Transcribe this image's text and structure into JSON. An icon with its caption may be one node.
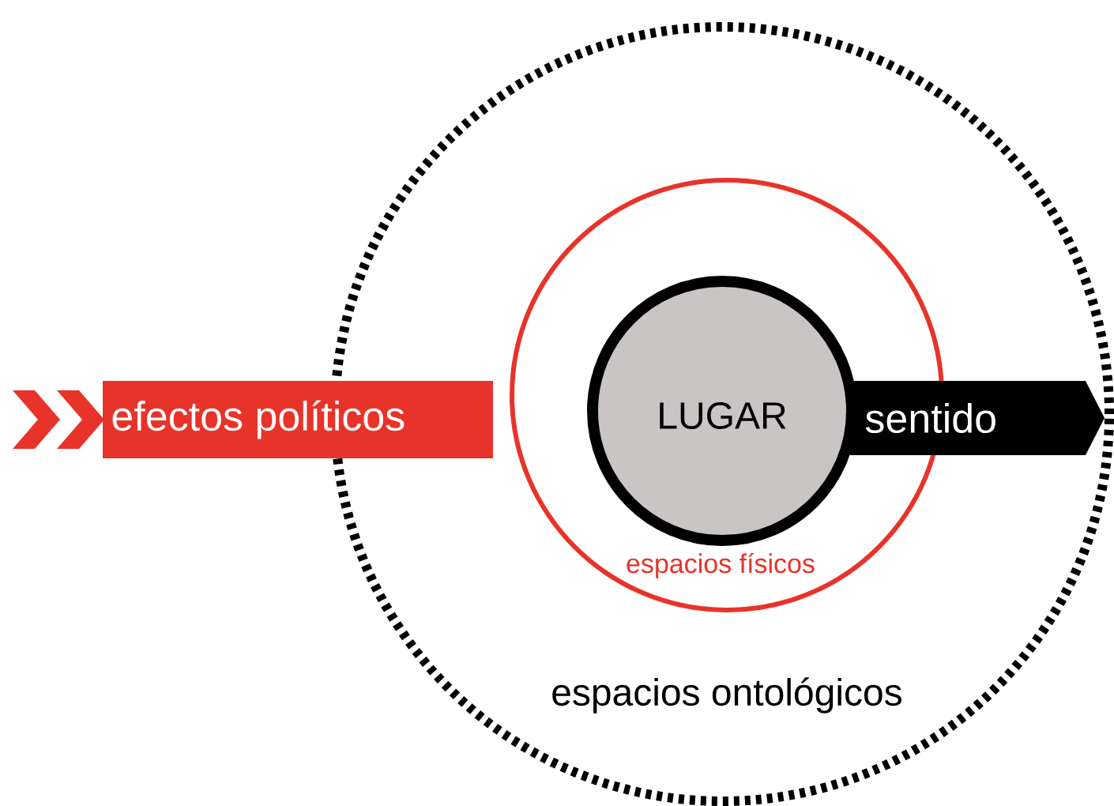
{
  "diagram": {
    "nodes": [
      {
        "text": [
          "espacios ontológicos"
        ]
      },
      {
        "text": [
          "espacios físicos"
        ],
        "in": 0
      },
      {
        "text": [
          "LUGAR"
        ],
        "in": 1
      },
      {
        "text": [
          "efectos políticos"
        ]
      },
      {
        "text": [
          "sentido"
        ],
        "in": 0
      }
    ]
  }
}
